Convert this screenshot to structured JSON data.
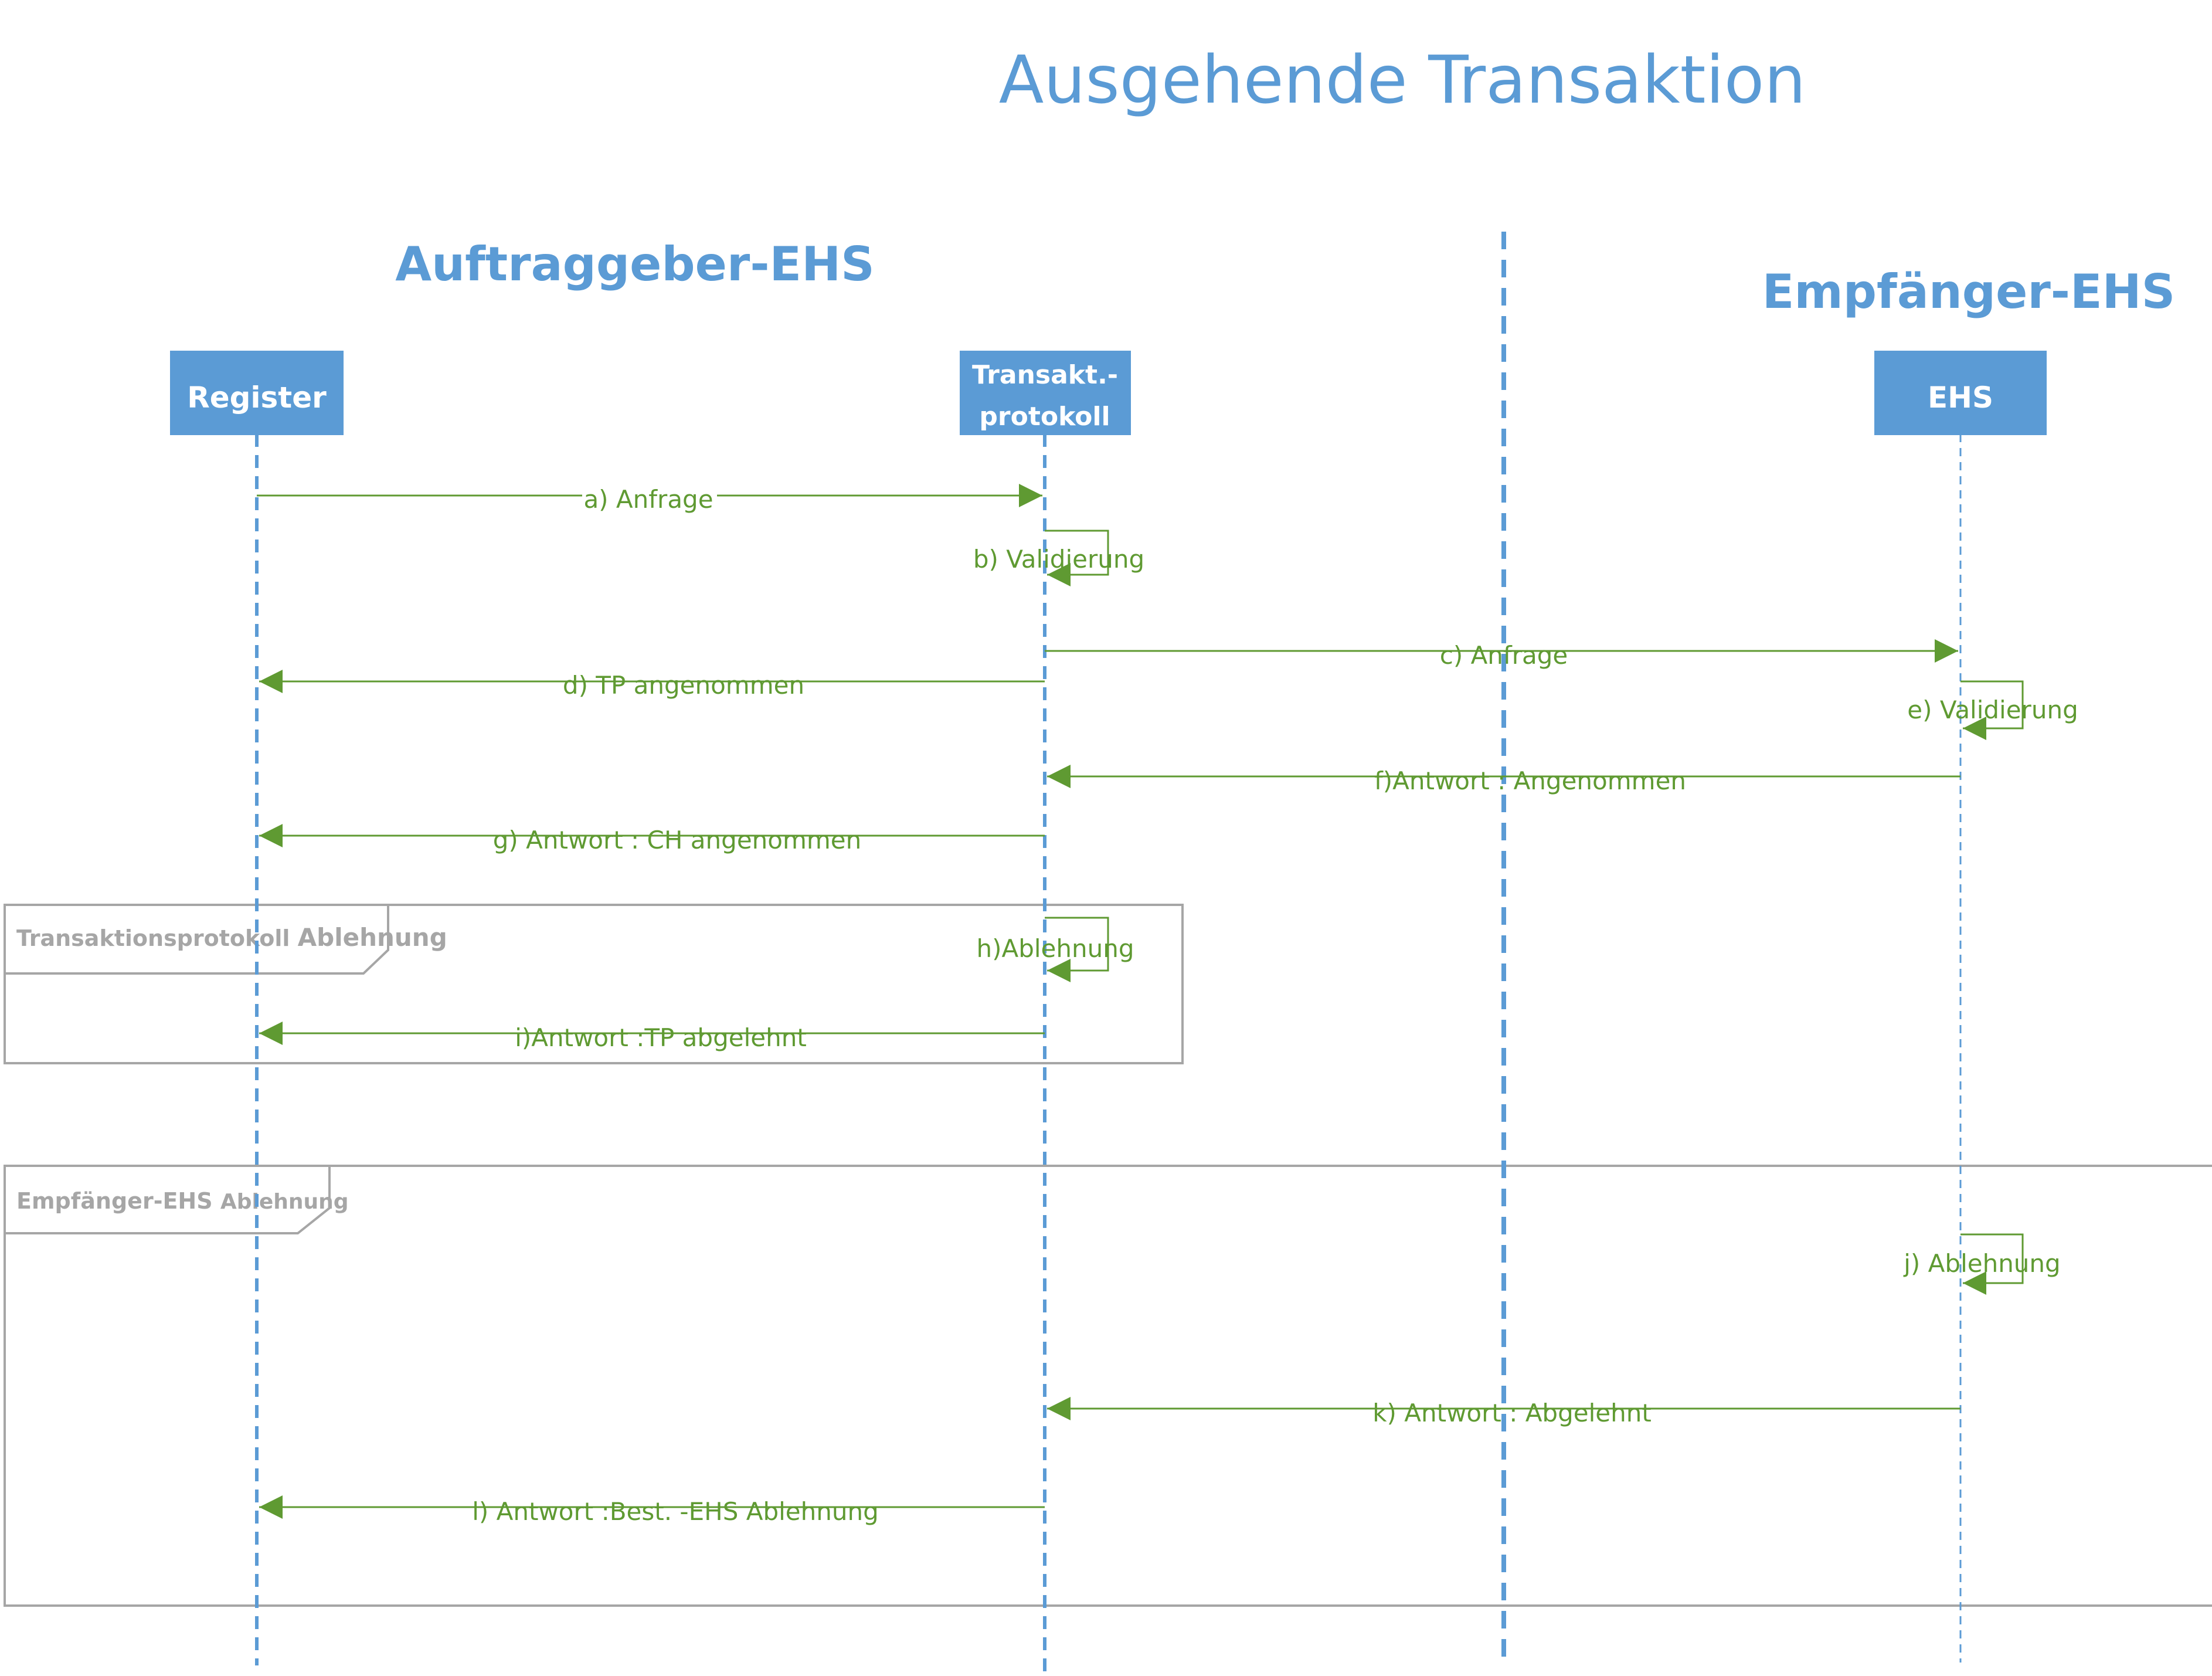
{
  "title": "Ausgehende Transaktion",
  "groups": {
    "left": "Auftraggeber-EHS",
    "right": "Empfänger-EHS"
  },
  "participants": {
    "register": "Register",
    "protocol_line1": "Transakt.-",
    "protocol_line2": "protokoll",
    "ehs": "EHS"
  },
  "messages": {
    "a": "a) Anfrage",
    "b": "b) Validierung",
    "c": "c) Anfrage",
    "d": "d) TP angenommen",
    "e": "e) Validierung",
    "f": "f)Antwort : Angenommen",
    "g": "g) Antwort : CH angenommen",
    "h": "h)Ablehnung",
    "i": "i)Antwort  :TP abgelehnt",
    "j": "j) Ablehnung",
    "k": "k) Antwort : Abgelehnt",
    "l": "l) Antwort :Best. -EHS Ablehnung"
  },
  "frames": {
    "tp_reject_main": "Transaktionsprotokoll",
    "tp_reject_sub": "Ablehnung",
    "ehs_reject_main": "Empfänger-EHS",
    "ehs_reject_sub": "Ablehnung"
  },
  "colors": {
    "blue": "#5b9bd5",
    "green": "#5f9a32",
    "gray": "#a6a6a6"
  }
}
